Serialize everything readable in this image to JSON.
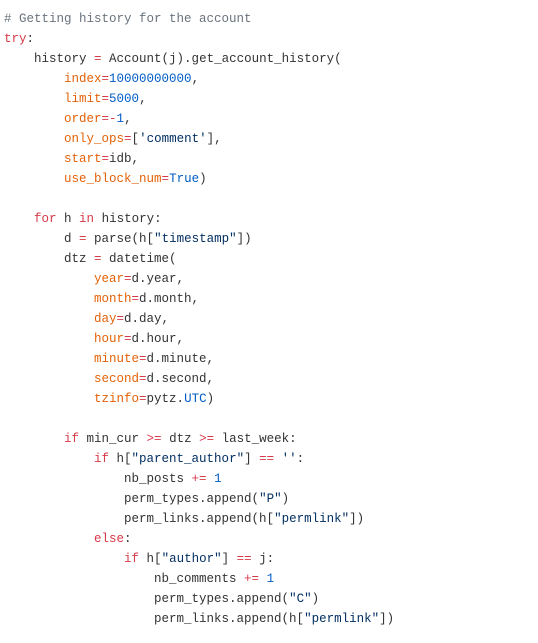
{
  "colors": {
    "background": "#ffffff",
    "plain": "#333333",
    "comment": "#6a737d",
    "keyword": "#d73a49",
    "kwarg": "#e36209",
    "number": "#005cc5",
    "string": "#032f62"
  },
  "code_lines": [
    {
      "indent": 0,
      "tokens": [
        [
          "comment",
          "# Getting history for the account"
        ]
      ]
    },
    {
      "indent": 0,
      "tokens": [
        [
          "kw",
          "try"
        ],
        [
          "plain",
          ":"
        ]
      ]
    },
    {
      "indent": 4,
      "tokens": [
        [
          "plain",
          "history "
        ],
        [
          "op",
          "="
        ],
        [
          "plain",
          " Account(j).get_account_history("
        ]
      ]
    },
    {
      "indent": 8,
      "tokens": [
        [
          "kwarg",
          "index"
        ],
        [
          "op",
          "="
        ],
        [
          "num",
          "10000000000"
        ],
        [
          "plain",
          ","
        ]
      ]
    },
    {
      "indent": 8,
      "tokens": [
        [
          "kwarg",
          "limit"
        ],
        [
          "op",
          "="
        ],
        [
          "num",
          "5000"
        ],
        [
          "plain",
          ","
        ]
      ]
    },
    {
      "indent": 8,
      "tokens": [
        [
          "kwarg",
          "order"
        ],
        [
          "op",
          "=-"
        ],
        [
          "num",
          "1"
        ],
        [
          "plain",
          ","
        ]
      ]
    },
    {
      "indent": 8,
      "tokens": [
        [
          "kwarg",
          "only_ops"
        ],
        [
          "op",
          "="
        ],
        [
          "plain",
          "["
        ],
        [
          "str",
          "'comment'"
        ],
        [
          "plain",
          "],"
        ]
      ]
    },
    {
      "indent": 8,
      "tokens": [
        [
          "kwarg",
          "start"
        ],
        [
          "op",
          "="
        ],
        [
          "plain",
          "idb,"
        ]
      ]
    },
    {
      "indent": 8,
      "tokens": [
        [
          "kwarg",
          "use_block_num"
        ],
        [
          "op",
          "="
        ],
        [
          "const",
          "True"
        ],
        [
          "plain",
          ")"
        ]
      ]
    },
    {
      "indent": 0,
      "tokens": []
    },
    {
      "indent": 4,
      "tokens": [
        [
          "kw",
          "for"
        ],
        [
          "plain",
          " h "
        ],
        [
          "kw",
          "in"
        ],
        [
          "plain",
          " history:"
        ]
      ]
    },
    {
      "indent": 8,
      "tokens": [
        [
          "plain",
          "d "
        ],
        [
          "op",
          "="
        ],
        [
          "plain",
          " parse(h["
        ],
        [
          "str",
          "\"timestamp\""
        ],
        [
          "plain",
          "])"
        ]
      ]
    },
    {
      "indent": 8,
      "tokens": [
        [
          "plain",
          "dtz "
        ],
        [
          "op",
          "="
        ],
        [
          "plain",
          " datetime("
        ]
      ]
    },
    {
      "indent": 12,
      "tokens": [
        [
          "kwarg",
          "year"
        ],
        [
          "op",
          "="
        ],
        [
          "plain",
          "d.year,"
        ]
      ]
    },
    {
      "indent": 12,
      "tokens": [
        [
          "kwarg",
          "month"
        ],
        [
          "op",
          "="
        ],
        [
          "plain",
          "d.month,"
        ]
      ]
    },
    {
      "indent": 12,
      "tokens": [
        [
          "kwarg",
          "day"
        ],
        [
          "op",
          "="
        ],
        [
          "plain",
          "d.day,"
        ]
      ]
    },
    {
      "indent": 12,
      "tokens": [
        [
          "kwarg",
          "hour"
        ],
        [
          "op",
          "="
        ],
        [
          "plain",
          "d.hour,"
        ]
      ]
    },
    {
      "indent": 12,
      "tokens": [
        [
          "kwarg",
          "minute"
        ],
        [
          "op",
          "="
        ],
        [
          "plain",
          "d.minute,"
        ]
      ]
    },
    {
      "indent": 12,
      "tokens": [
        [
          "kwarg",
          "second"
        ],
        [
          "op",
          "="
        ],
        [
          "plain",
          "d.second,"
        ]
      ]
    },
    {
      "indent": 12,
      "tokens": [
        [
          "kwarg",
          "tzinfo"
        ],
        [
          "op",
          "="
        ],
        [
          "plain",
          "pytz."
        ],
        [
          "const",
          "UTC"
        ],
        [
          "plain",
          ")"
        ]
      ]
    },
    {
      "indent": 0,
      "tokens": []
    },
    {
      "indent": 8,
      "tokens": [
        [
          "kw",
          "if"
        ],
        [
          "plain",
          " min_cur "
        ],
        [
          "op",
          ">="
        ],
        [
          "plain",
          " dtz "
        ],
        [
          "op",
          ">="
        ],
        [
          "plain",
          " last_week:"
        ]
      ]
    },
    {
      "indent": 12,
      "tokens": [
        [
          "kw",
          "if"
        ],
        [
          "plain",
          " h["
        ],
        [
          "str",
          "\"parent_author\""
        ],
        [
          "plain",
          "] "
        ],
        [
          "op",
          "=="
        ],
        [
          "plain",
          " "
        ],
        [
          "str",
          "''"
        ],
        [
          "plain",
          ":"
        ]
      ]
    },
    {
      "indent": 16,
      "tokens": [
        [
          "plain",
          "nb_posts "
        ],
        [
          "op",
          "+="
        ],
        [
          "plain",
          " "
        ],
        [
          "num",
          "1"
        ]
      ]
    },
    {
      "indent": 16,
      "tokens": [
        [
          "plain",
          "perm_types.append("
        ],
        [
          "str",
          "\"P\""
        ],
        [
          "plain",
          ")"
        ]
      ]
    },
    {
      "indent": 16,
      "tokens": [
        [
          "plain",
          "perm_links.append(h["
        ],
        [
          "str",
          "\"permlink\""
        ],
        [
          "plain",
          "])"
        ]
      ]
    },
    {
      "indent": 12,
      "tokens": [
        [
          "kw",
          "else"
        ],
        [
          "plain",
          ":"
        ]
      ]
    },
    {
      "indent": 16,
      "tokens": [
        [
          "kw",
          "if"
        ],
        [
          "plain",
          " h["
        ],
        [
          "str",
          "\"author\""
        ],
        [
          "plain",
          "] "
        ],
        [
          "op",
          "=="
        ],
        [
          "plain",
          " j:"
        ]
      ]
    },
    {
      "indent": 20,
      "tokens": [
        [
          "plain",
          "nb_comments "
        ],
        [
          "op",
          "+="
        ],
        [
          "plain",
          " "
        ],
        [
          "num",
          "1"
        ]
      ]
    },
    {
      "indent": 20,
      "tokens": [
        [
          "plain",
          "perm_types.append("
        ],
        [
          "str",
          "\"C\""
        ],
        [
          "plain",
          ")"
        ]
      ]
    },
    {
      "indent": 20,
      "tokens": [
        [
          "plain",
          "perm_links.append(h["
        ],
        [
          "str",
          "\"permlink\""
        ],
        [
          "plain",
          "])"
        ]
      ]
    }
  ]
}
